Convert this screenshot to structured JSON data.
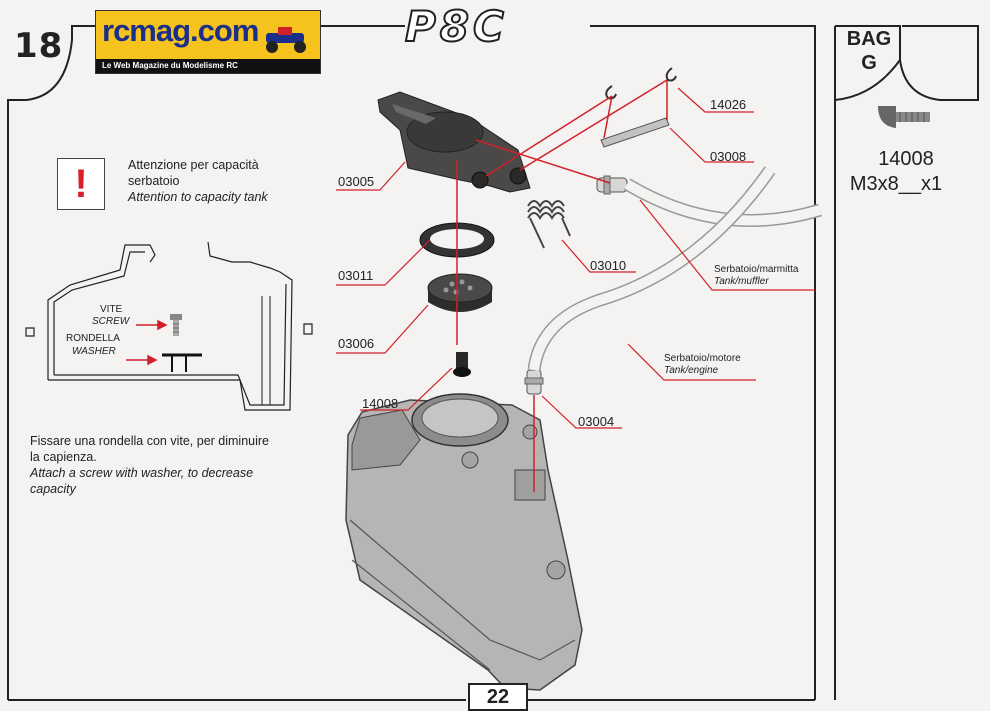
{
  "step": "18",
  "logo": {
    "brand": "rcmag.com",
    "tagline": "Le Web Magazine du Modelisme RC"
  },
  "model": "P8C",
  "bag": {
    "label": "BAG",
    "letter": "G",
    "part_number": "14008",
    "part_spec": "M3x8__x1"
  },
  "warning": {
    "line1_it": "Attenzione per capacità",
    "line2_it": "serbatoio",
    "line_en": "Attention to capacity tank"
  },
  "inset": {
    "vite": "VITE",
    "screw": "SCREW",
    "rondella": "RONDELLA",
    "washer": "WASHER"
  },
  "note": {
    "line1_it": "Fissare una rondella con vite, per diminuire",
    "line2_it": "la capienza.",
    "line1_en": "Attach a screw with washer, to decrease",
    "line2_en": "capacity"
  },
  "parts": {
    "p03005": "03005",
    "p03011": "03011",
    "p03006": "03006",
    "p14008": "14008",
    "p14026": "14026",
    "p03008": "03008",
    "p03010": "03010",
    "p03004": "03004"
  },
  "hoses": {
    "muffler_it": "Serbatoio/marmitta",
    "muffler_en": "Tank/muffler",
    "engine_it": "Serbatoio/motore",
    "engine_en": "Tank/engine"
  },
  "page": "22",
  "colors": {
    "leader": "#d0202a",
    "warning": "#d81f26",
    "logo_bg": "#f6c21d",
    "logo_text": "#1a2f8a"
  }
}
